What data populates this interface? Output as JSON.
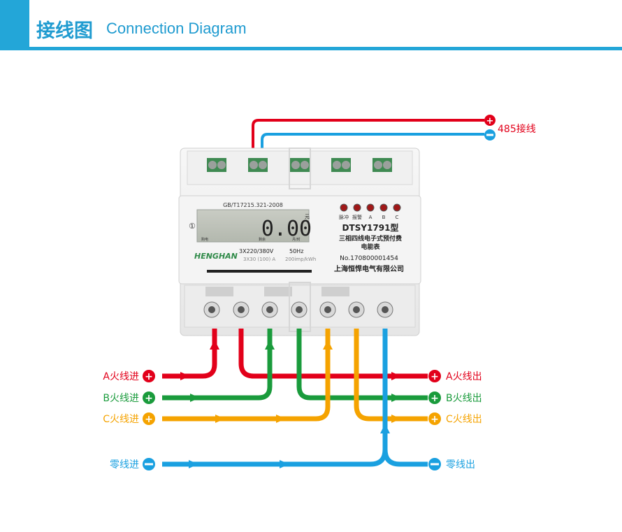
{
  "header": {
    "title_cn": "接线图",
    "title_en": "Connection Diagram"
  },
  "meter": {
    "standard": "GB/T17215.321-2008",
    "display_value": "0.00",
    "display_unit": "元",
    "lcd_sub_left": "购电",
    "lcd_sub_mid": "剩余",
    "lcd_sub_right": "月/时",
    "indicators": [
      "脉冲",
      "报警",
      "A",
      "B",
      "C"
    ],
    "model": "DTSY1791型",
    "description_line1": "三相四线电子式预付费",
    "description_line2": "电能表",
    "brand": "HENGHAN",
    "voltage": "3X220/380V",
    "frequency": "50Hz",
    "current": "3X30 (100) A",
    "constant": "200imp/kWh",
    "serial": "No.170800001454",
    "manufacturer": "上海恒悍电气有限公司",
    "circle_mark": "①"
  },
  "wires": {
    "rs485_label": "485接线",
    "a_in": "A火线进",
    "b_in": "B火线进",
    "c_in": "C火线进",
    "n_in": "零线进",
    "a_out": "A火线出",
    "b_out": "B火线出",
    "c_out": "C火线出",
    "n_out": "零线出"
  },
  "colors": {
    "accent": "#23a6d8",
    "phase_a": "#e2001a",
    "phase_b": "#1a9b3c",
    "phase_c": "#f5a300",
    "neutral": "#1aa0e0"
  }
}
